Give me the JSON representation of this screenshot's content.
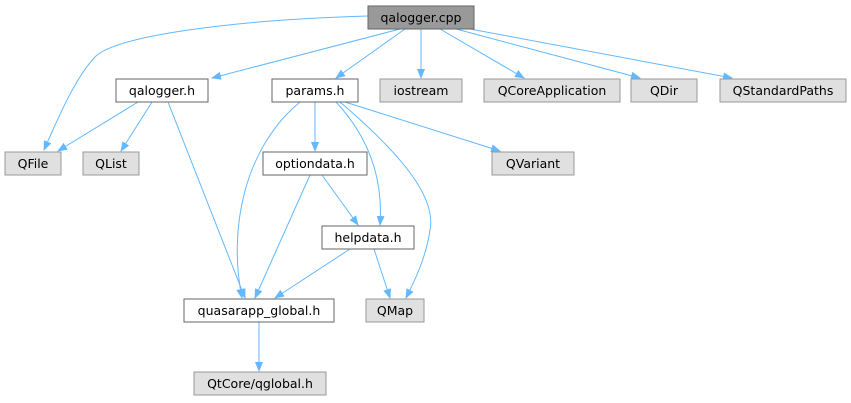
{
  "colors": {
    "root_fill": "#999999",
    "local_fill": "#ffffff",
    "external_fill": "#e0e0e0",
    "external_stroke": "#999999",
    "node_stroke": "#666666",
    "edge": "#63b8ff"
  },
  "nodes": {
    "qalogger_cpp": {
      "label": "qalogger.cpp",
      "kind": "root"
    },
    "qalogger_h": {
      "label": "qalogger.h",
      "kind": "local"
    },
    "params_h": {
      "label": "params.h",
      "kind": "local"
    },
    "iostream": {
      "label": "iostream",
      "kind": "external"
    },
    "qcoreapplication": {
      "label": "QCoreApplication",
      "kind": "external"
    },
    "qdir": {
      "label": "QDir",
      "kind": "external"
    },
    "qstandardpaths": {
      "label": "QStandardPaths",
      "kind": "external"
    },
    "qfile": {
      "label": "QFile",
      "kind": "external"
    },
    "qlist": {
      "label": "QList",
      "kind": "external"
    },
    "optiondata_h": {
      "label": "optiondata.h",
      "kind": "local"
    },
    "qvariant": {
      "label": "QVariant",
      "kind": "external"
    },
    "helpdata_h": {
      "label": "helpdata.h",
      "kind": "local"
    },
    "quasarapp_global_h": {
      "label": "quasarapp_global.h",
      "kind": "local"
    },
    "qmap": {
      "label": "QMap",
      "kind": "external"
    },
    "qglobal_h": {
      "label": "QtCore/qglobal.h",
      "kind": "external"
    }
  },
  "edges": [
    [
      "qalogger_cpp",
      "qalogger_h"
    ],
    [
      "qalogger_cpp",
      "params_h"
    ],
    [
      "qalogger_cpp",
      "iostream"
    ],
    [
      "qalogger_cpp",
      "qcoreapplication"
    ],
    [
      "qalogger_cpp",
      "qdir"
    ],
    [
      "qalogger_cpp",
      "qstandardpaths"
    ],
    [
      "qalogger_cpp",
      "qfile"
    ],
    [
      "qalogger_h",
      "qfile"
    ],
    [
      "qalogger_h",
      "qlist"
    ],
    [
      "qalogger_h",
      "quasarapp_global_h"
    ],
    [
      "params_h",
      "optiondata_h"
    ],
    [
      "params_h",
      "qvariant"
    ],
    [
      "params_h",
      "helpdata_h"
    ],
    [
      "params_h",
      "quasarapp_global_h"
    ],
    [
      "params_h",
      "qmap"
    ],
    [
      "optiondata_h",
      "helpdata_h"
    ],
    [
      "optiondata_h",
      "quasarapp_global_h"
    ],
    [
      "helpdata_h",
      "quasarapp_global_h"
    ],
    [
      "helpdata_h",
      "qmap"
    ],
    [
      "quasarapp_global_h",
      "qglobal_h"
    ]
  ]
}
